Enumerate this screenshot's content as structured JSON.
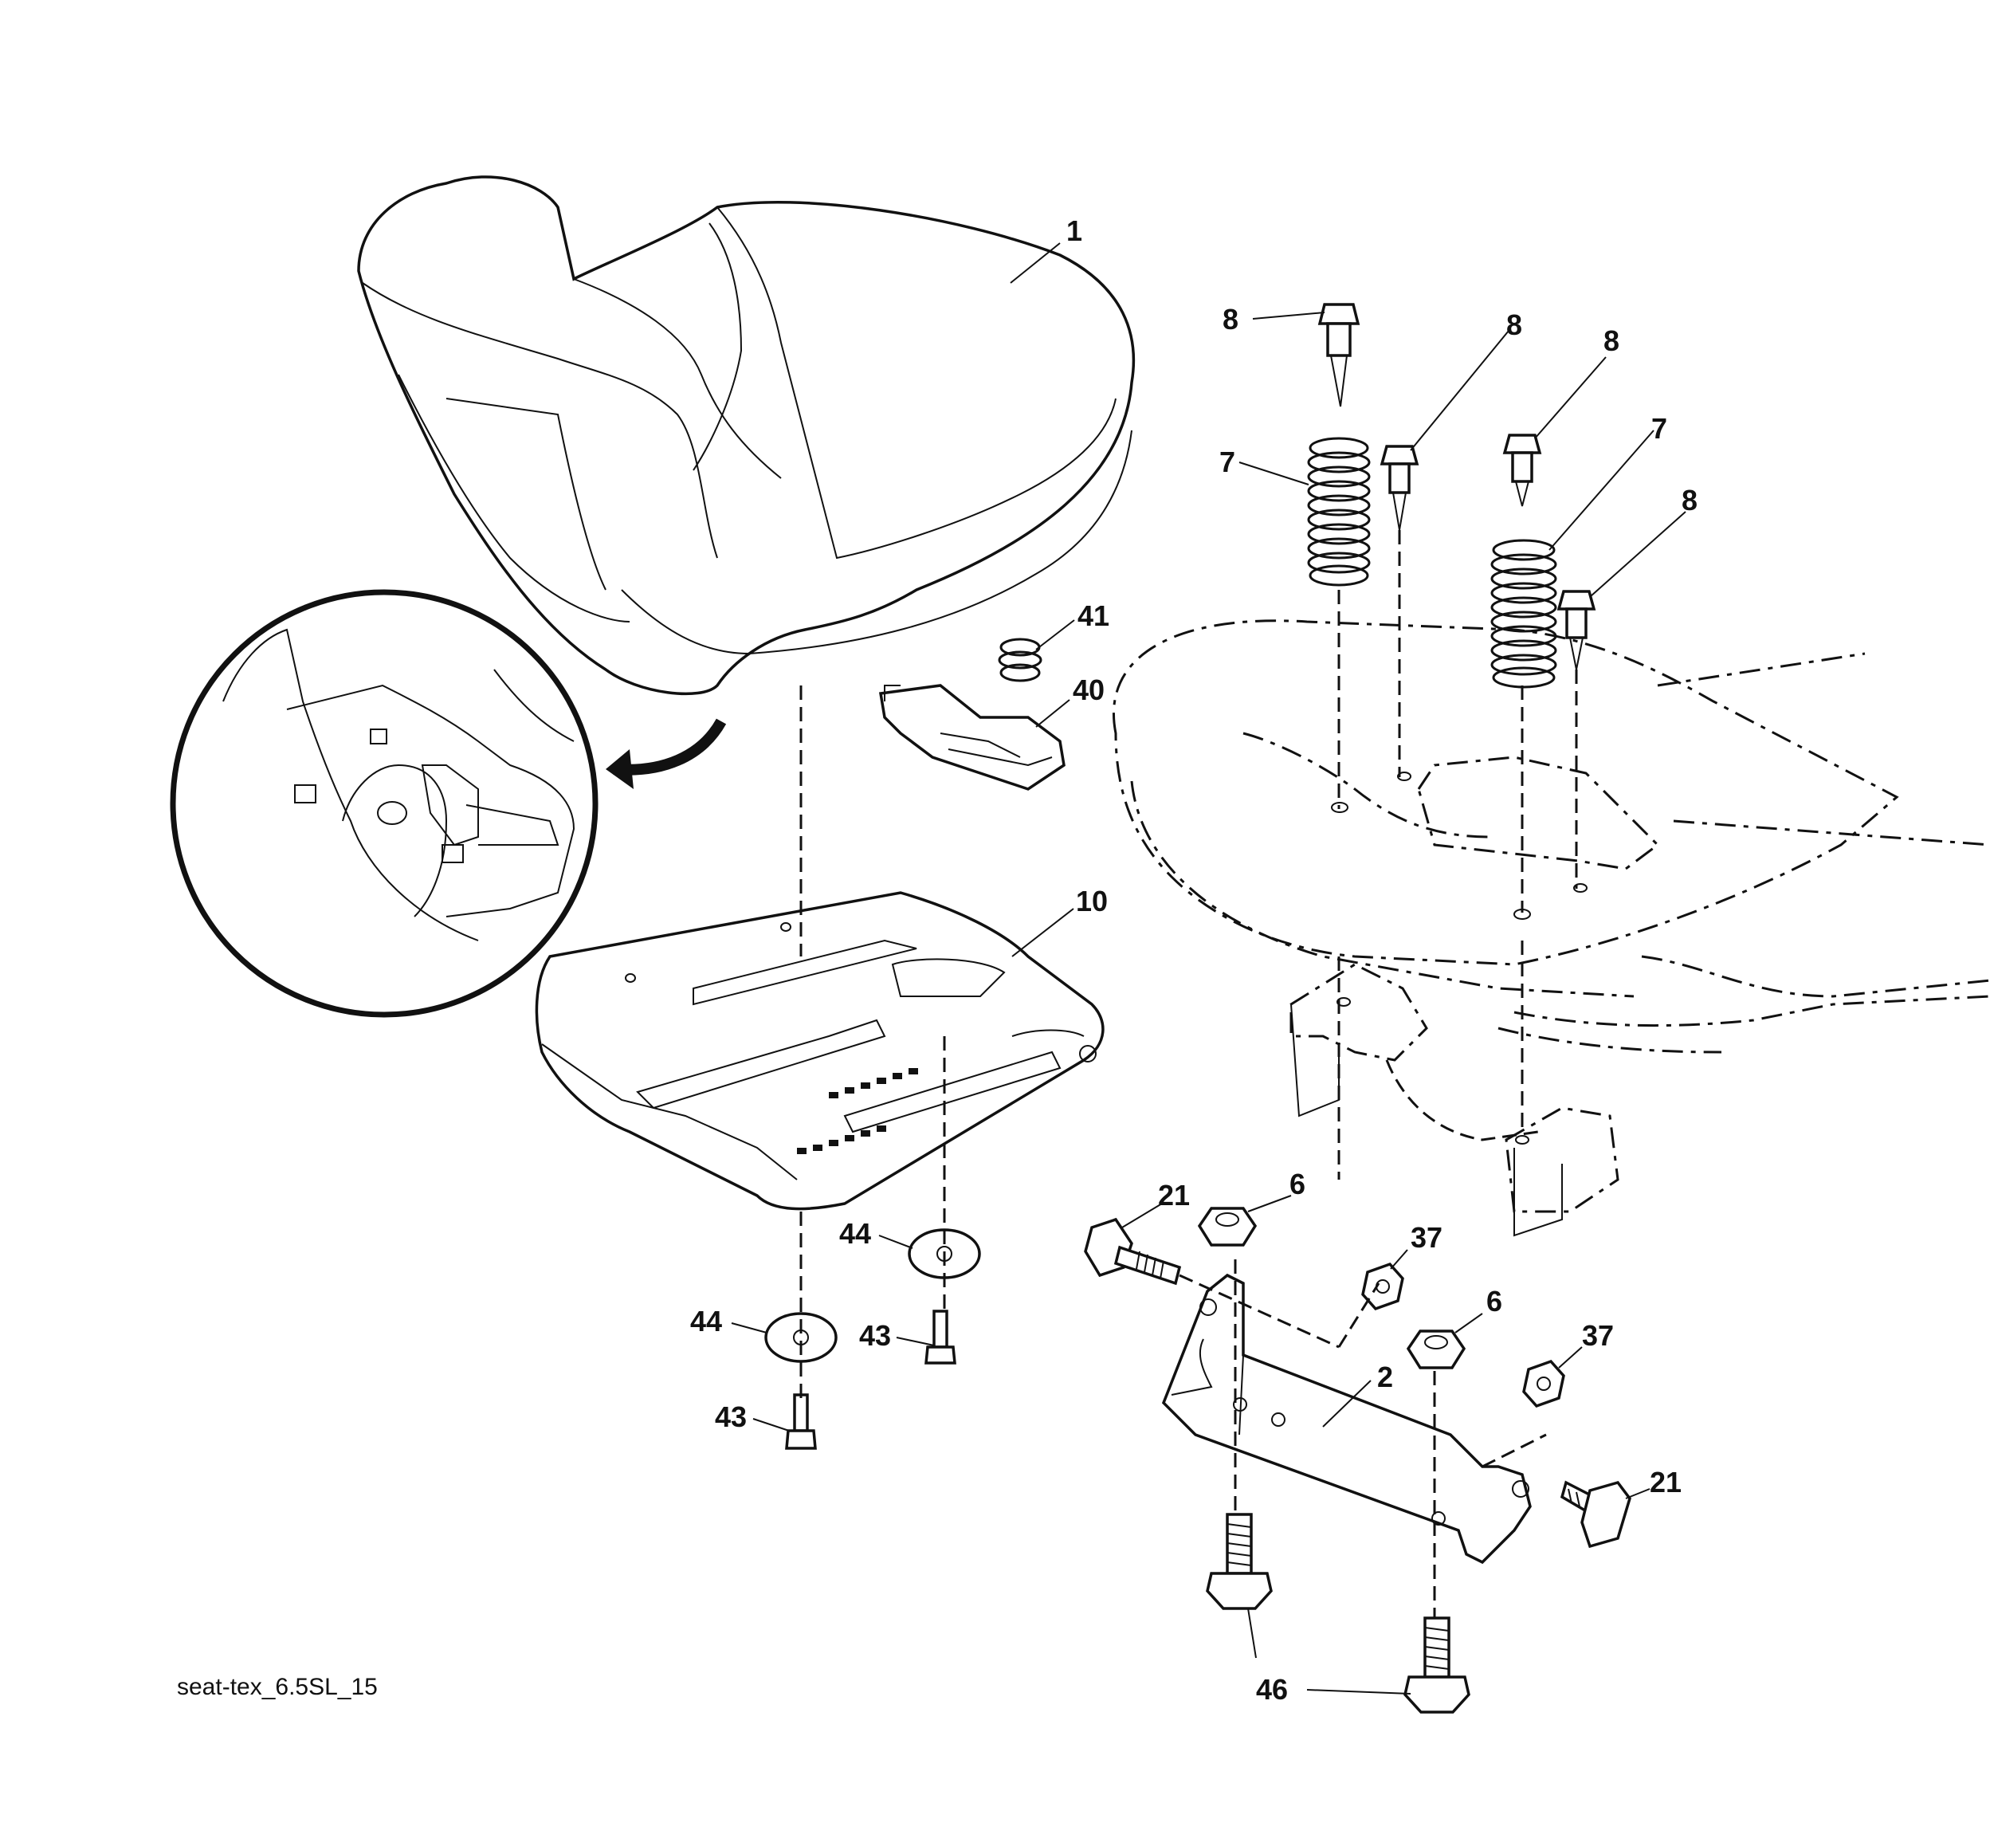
{
  "diagram_id": "seat-tex_6.5SL_15",
  "callouts": {
    "c1": "1",
    "c8a": "8",
    "c8b": "8",
    "c8c": "8",
    "c8d": "8",
    "c7a": "7",
    "c7b": "7",
    "c41": "41",
    "c40": "40",
    "c10": "10",
    "c21a": "21",
    "c6a": "6",
    "c37a": "37",
    "c44a": "44",
    "c44b": "44",
    "c43a": "43",
    "c43b": "43",
    "c6b": "6",
    "c37b": "37",
    "c2": "2",
    "c21b": "21",
    "c46": "46"
  }
}
